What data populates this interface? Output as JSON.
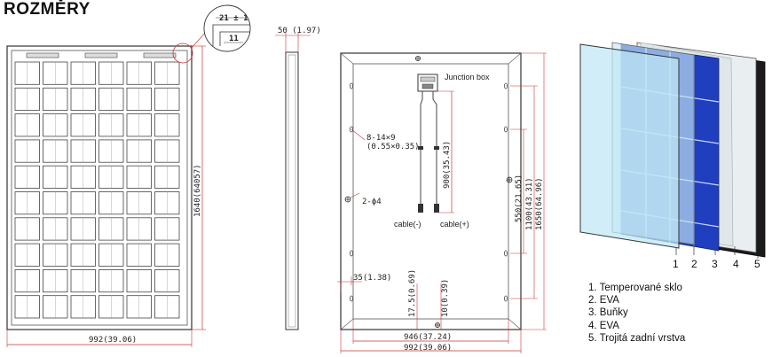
{
  "title": "ROZMĚRY",
  "front": {
    "detail_top": "21 ± 1",
    "detail_inner": "11",
    "width": "992(39.06)",
    "height": "1640(64057)"
  },
  "side": {
    "thickness": "50 (1.97)"
  },
  "back": {
    "junction_box": "Junction box",
    "holes": "8-14×9",
    "holes_in": "(0.55×0.35)",
    "ground": "2-ϕ4",
    "cable_minus": "cable(-)",
    "cable_plus": "cable(+)",
    "cable_len": "900(35.43)",
    "dim_550": "550(21.65)",
    "dim_1100": "1100(43.31)",
    "dim_1650": "1650(64.96)",
    "dim_35": "35(1.38)",
    "dim_17": "17.5(0.69)",
    "dim_10": "10(0.39)",
    "dim_946": "946(37.24)",
    "dim_992": "992(39.06)"
  },
  "layers": {
    "numbers": [
      "1",
      "2",
      "3",
      "4",
      "5"
    ],
    "legend": [
      "1. Temperované sklo",
      "2. EVA",
      "3. Buňky",
      "4. EVA",
      "5. Trojitá zadní vrstva"
    ]
  },
  "colors": {
    "dim_line": "#d23a3a",
    "cell_blue": "#1f3fbf",
    "glass": "#bfe7f5"
  }
}
